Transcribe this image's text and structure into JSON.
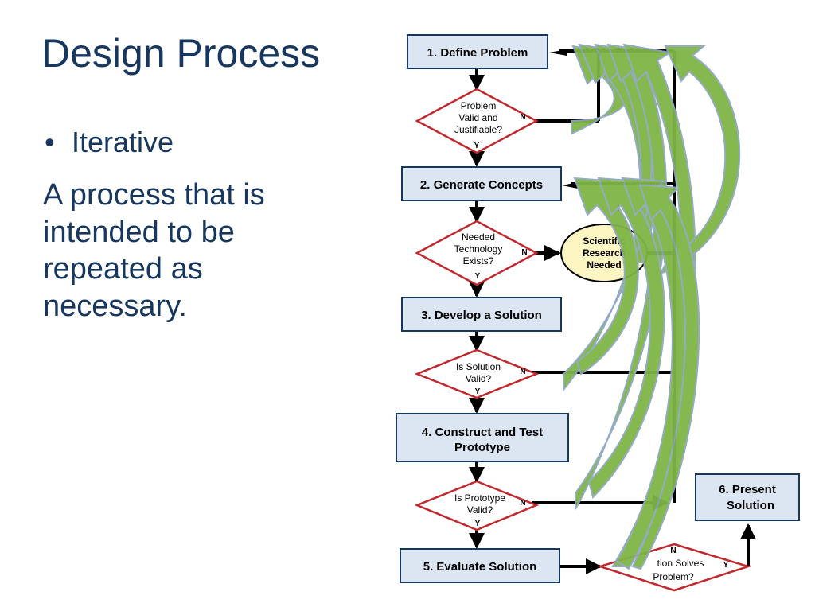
{
  "slide": {
    "title": "Design Process",
    "bullet": "Iterative",
    "body": "A process that is intended to be repeated as necessary."
  },
  "flowchart": {
    "steps": {
      "define": "1. Define Problem",
      "generate": "2. Generate Concepts",
      "develop": "3. Develop a Solution",
      "construct_line1": "4. Construct and Test",
      "construct_line2": "Prototype",
      "evaluate": "5. Evaluate Solution",
      "present_line1": "6.  Present",
      "present_line2": "Solution"
    },
    "decisions": {
      "d1_line1": "Problem",
      "d1_line2": "Valid and",
      "d1_line3": "Justifiable?",
      "d2_line1": "Needed",
      "d2_line2": "Technology",
      "d2_line3": "Exists?",
      "d3_line1": "Is Solution",
      "d3_line2": "Valid?",
      "d4_line1": "Is Prototype",
      "d4_line2": "Valid?",
      "d5_line1": "tion Solves",
      "d5_line2": "Problem?"
    },
    "research_line1": "Scientific",
    "research_line2": "Research",
    "research_line3": "Needed",
    "yes": "Y",
    "no": "N",
    "colors": {
      "box_fill": "#dce6f2",
      "box_stroke": "#17375e",
      "diamond_stroke": "#c0282d",
      "ellipse_fill": "#fdf6c3",
      "arrow_fill": "#7fb545",
      "arrow_stroke": "#8fa7c1"
    }
  }
}
